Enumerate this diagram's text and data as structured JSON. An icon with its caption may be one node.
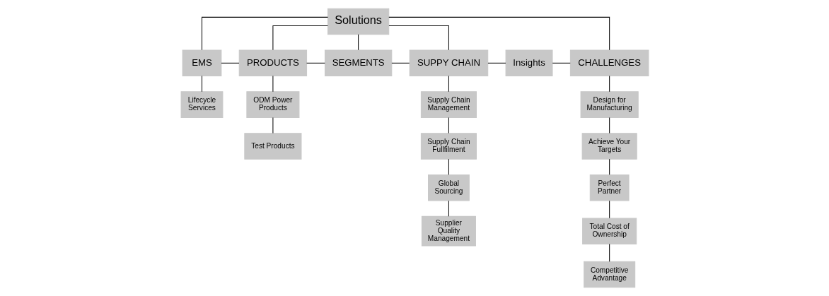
{
  "diagram": {
    "nodes": [
      {
        "text": [
          "Solutions"
        ]
      },
      {
        "text": [
          "EMS"
        ]
      },
      {
        "text": [
          "PRODUCTS"
        ]
      },
      {
        "text": [
          "SEGMENTS"
        ]
      },
      {
        "text": [
          "SUPPY CHAIN"
        ]
      },
      {
        "text": [
          "Insights"
        ]
      },
      {
        "text": [
          "CHALLENGES"
        ]
      },
      {
        "text": [
          "Lifecycle Services"
        ]
      },
      {
        "text": [
          "ODM Power Products"
        ]
      },
      {
        "text": [
          "Test Products"
        ]
      },
      {
        "text": [
          "Supply Chain Management"
        ]
      },
      {
        "text": [
          "Supply Chain Fullfilment"
        ]
      },
      {
        "text": [
          "Global Sourcing"
        ]
      },
      {
        "text": [
          "Supplier Quality Management"
        ]
      },
      {
        "text": [
          "Design for Manufacturing"
        ]
      },
      {
        "text": [
          "Achieve Your Targets"
        ]
      },
      {
        "text": [
          "Perfect Partner"
        ]
      },
      {
        "text": [
          "Total Cost of Ownership"
        ]
      },
      {
        "text": [
          "Competitive Advantage"
        ]
      }
    ],
    "edges": [
      {
        "from": 0,
        "to": 1,
        "arrow": "none"
      },
      {
        "from": 0,
        "to": 2,
        "arrow": "none"
      },
      {
        "from": 0,
        "to": 3,
        "arrow": "none"
      },
      {
        "from": 0,
        "to": 4,
        "arrow": "none"
      },
      {
        "from": 0,
        "to": 6,
        "arrow": "none"
      },
      {
        "from": 1,
        "to": 2,
        "arrow": "none"
      },
      {
        "from": 2,
        "to": 3,
        "arrow": "none"
      },
      {
        "from": 3,
        "to": 4,
        "arrow": "none"
      },
      {
        "from": 4,
        "to": 5,
        "arrow": "none"
      },
      {
        "from": 5,
        "to": 6,
        "arrow": "none"
      },
      {
        "from": 1,
        "to": 7,
        "arrow": "none"
      },
      {
        "from": 2,
        "to": 8,
        "arrow": "none"
      },
      {
        "from": 8,
        "to": 9,
        "arrow": "none"
      },
      {
        "from": 4,
        "to": 10,
        "arrow": "none"
      },
      {
        "from": 10,
        "to": 11,
        "arrow": "none"
      },
      {
        "from": 11,
        "to": 12,
        "arrow": "none"
      },
      {
        "from": 12,
        "to": 13,
        "arrow": "none"
      },
      {
        "from": 6,
        "to": 14,
        "arrow": "none"
      },
      {
        "from": 14,
        "to": 15,
        "arrow": "none"
      },
      {
        "from": 15,
        "to": 16,
        "arrow": "none"
      },
      {
        "from": 16,
        "to": 17,
        "arrow": "none"
      },
      {
        "from": 17,
        "to": 18,
        "arrow": "none"
      }
    ]
  }
}
